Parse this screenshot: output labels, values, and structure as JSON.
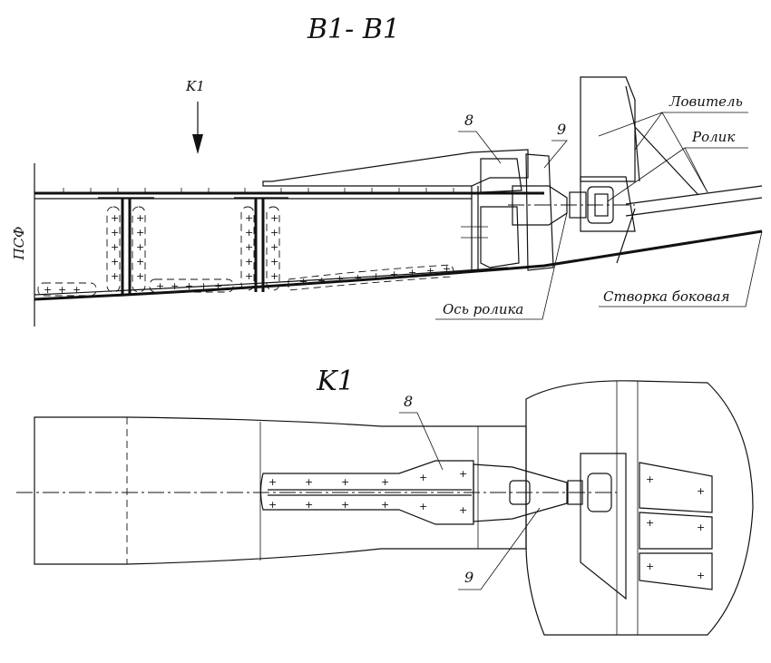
{
  "section": {
    "title": "B1- B1",
    "view_mark": "K1",
    "reference": "ПСФ",
    "callouts": {
      "part_8": "8",
      "part_9": "9",
      "catcher": "Ловитель",
      "roller": "Ролик",
      "roller_axle": "Ось ролика",
      "side_flap": "Створка боковая"
    }
  },
  "view": {
    "title": "K1",
    "callouts": {
      "part_8": "8",
      "part_9": "9"
    }
  }
}
